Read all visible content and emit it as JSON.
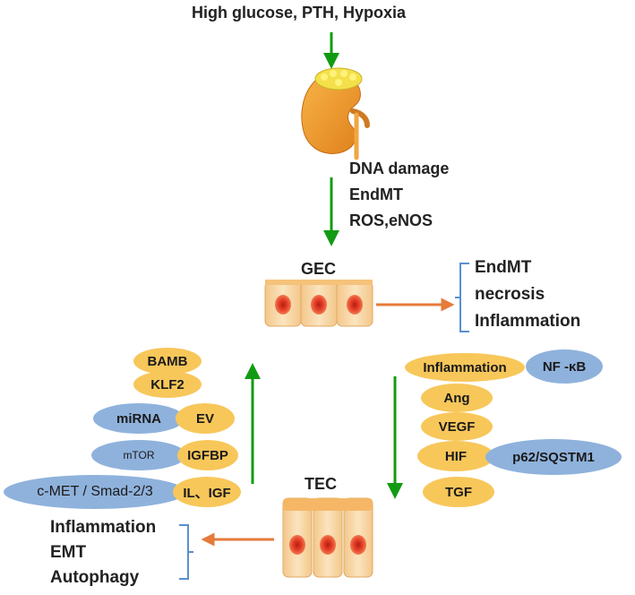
{
  "top_stimuli": "High glucose, PTH, Hypoxia",
  "kidney_icon": "kidney-icon",
  "kidney_effects": [
    "DNA damage",
    "EndMT",
    "ROS,eNOS"
  ],
  "gec": {
    "label": "GEC",
    "outcomes": [
      "EndMT",
      "necrosis",
      "Inflammation"
    ]
  },
  "tec": {
    "label": "TEC",
    "outcomes": [
      "Inflammation",
      "EMT",
      "Autophagy"
    ]
  },
  "left_factors": {
    "bamb": "BAMB",
    "klf2": "KLF2",
    "mirna": "miRNA",
    "ev": "EV",
    "mtor": "mTOR",
    "igfbp": "IGFBP",
    "cmet": "c-MET / Smad-2/3",
    "il_igf": "IL、IGF"
  },
  "right_factors": {
    "inflammation": "Inflammation",
    "nfkb": "NF -κB",
    "ang": "Ang",
    "vegf": "VEGF",
    "hif": "HIF",
    "p62": "p62/SQSTM1",
    "tgf": "TGF"
  },
  "colors": {
    "green_arrow": "#129b12",
    "orange_arrow": "#e57a3a",
    "yellow_pill": "#f7c75a",
    "blue_pill": "#8fb2dc",
    "cell_fill": "#f8d9a8",
    "nucleus": "#e8452c",
    "bracket": "#5b8fd0"
  }
}
